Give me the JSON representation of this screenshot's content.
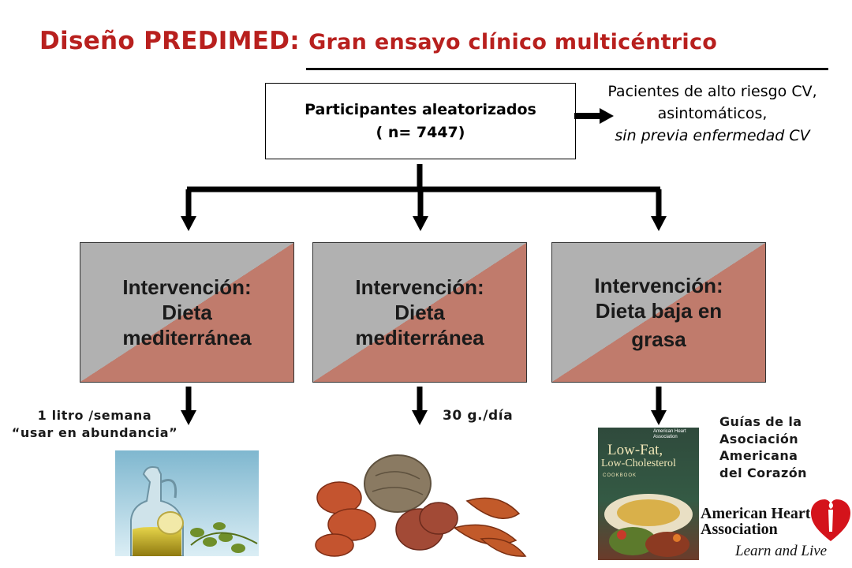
{
  "title": {
    "main": "Diseño PREDIMED:",
    "sub": "Gran ensayo clínico multicéntrico"
  },
  "participants": {
    "line1": "Participantes aleatorizados",
    "line2": "( n= 7447)"
  },
  "population_note": {
    "line1": "Pacientes de alto riesgo CV,",
    "line2": "asintomáticos,",
    "line3": "sin previa enfermedad CV"
  },
  "arms": [
    {
      "lines": [
        "Intervención:",
        "Dieta",
        "mediterránea"
      ]
    },
    {
      "lines": [
        "Intervención:",
        "Dieta",
        "mediterránea"
      ]
    },
    {
      "lines": [
        "Intervención:",
        "Dieta baja en",
        "grasa"
      ]
    }
  ],
  "doses": {
    "oil_line1": "1 litro /semana",
    "oil_line2": "“usar en abundancia”",
    "nuts": "30 g./día"
  },
  "aha_guides": [
    "Guías de la",
    "Asociación",
    "Americana",
    "del Corazón"
  ],
  "cookbook": {
    "publisher": "American Heart Association",
    "title_line1": "Low-Fat,",
    "title_line2": "Low-Cholesterol",
    "subtitle": "COOKBOOK"
  },
  "aha_logo": {
    "name_line1": "American Heart",
    "name_line2": "Association",
    "tagline": "Learn and Live"
  },
  "colors": {
    "title": "#b8201e",
    "arm_gray": "#b1b1b1",
    "arm_terracotta": "#c07b6c",
    "aha_red": "#d4131b"
  }
}
